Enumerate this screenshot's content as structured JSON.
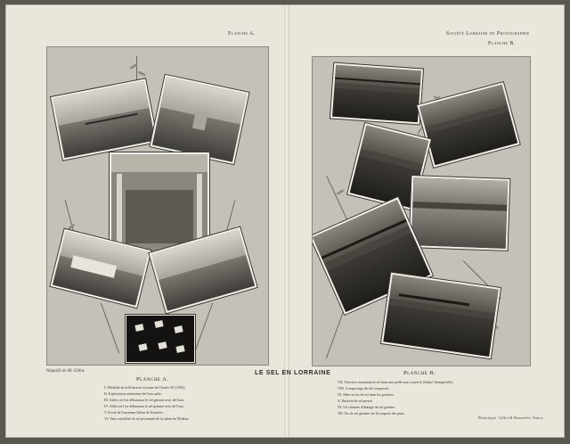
{
  "left_page": {
    "header": "Planche A.",
    "photo_credit": "Négatifs de M. Gillot.",
    "legend_title": "Planche A.",
    "legend_items": [
      "I. Médaille de la Princesse lorraine de Charles III (1565).",
      "II. Exploitation artésienne de l'eau salée.",
      "III. Salles où l'on débarrasse le sel gemme avec de l'eau.",
      "IV. Salles où l'on débarrasse le sel gemme avec de l'eau.",
      "V. Ecole de l'ancienne Saline de Rosières.",
      "VI. Vase cristallisé de sel provenant de la saline de Moléon."
    ]
  },
  "center_title": "LE SEL EN LORRAINE",
  "right_page": {
    "header_society": "Société Lorraine de Photographie",
    "header_plate": "Planche B.",
    "legend_title": "Planche B.",
    "legend_items": [
      "VII. Ouvriers remontant le sel dans une poêle non couverte (Saline Varangéville).",
      "VIII. Compactage du sel compressé.",
      "IX. Mise en tas du sel dans les greniers.",
      "X. Batterie de sel pressé.",
      "XI. Un chantier d'abatage du sel gemme.",
      "XII. Tas de sel gemme sur les taquets des puits."
    ],
    "printer": "Phototypie. Gillot & Rousselet, Nancy"
  }
}
